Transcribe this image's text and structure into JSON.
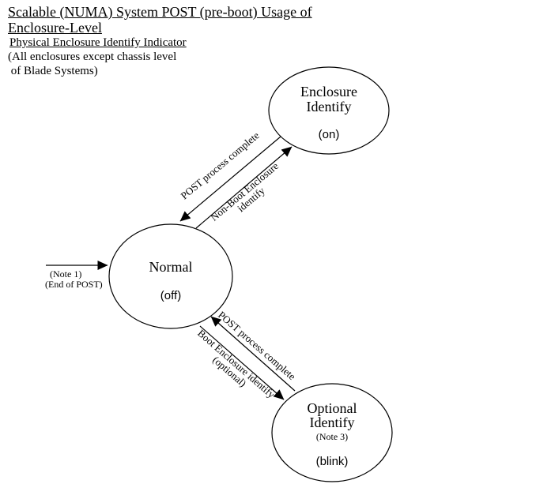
{
  "title": {
    "heading_line1": "Scalable (NUMA) System POST (pre-boot) Usage of",
    "heading_line2": "Enclosure-Level",
    "subtitle": "Physical Enclosure Identify Indicator",
    "scope_line1": "(All enclosures except chassis level",
    "scope_line2": " of Blade Systems)"
  },
  "entry": {
    "note": "(Note 1)",
    "caption": "(End of POST)"
  },
  "states": {
    "enclosure_identify": {
      "name_line1": "Enclosure",
      "name_line2": "Identify",
      "mode": "(on)"
    },
    "normal": {
      "name": "Normal",
      "mode": "(off)"
    },
    "optional_identify": {
      "name_line1": "Optional",
      "name_line2": "Identify",
      "note": "(Note 3)",
      "mode": "(blink)"
    }
  },
  "transitions": {
    "enclosure_to_normal": {
      "label": "POST process complete"
    },
    "normal_to_enclosure": {
      "label_line1": "Non-Boot Enclosure",
      "label_line2": "identify"
    },
    "optional_to_normal": {
      "label": "POST process complete"
    },
    "normal_to_optional": {
      "label_line1": "Boot Enclosure identify",
      "label_line2": "(optional)"
    }
  },
  "colors": {
    "ink": "#000000",
    "background": "#ffffff"
  }
}
